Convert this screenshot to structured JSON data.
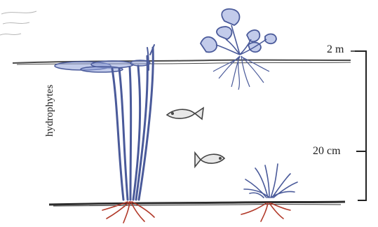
{
  "labels": {
    "top_depth": "2 m",
    "mid_depth": "20 cm",
    "vertical_caption": "hydrophytes"
  },
  "colors": {
    "plant_stroke": "#4a5a9a",
    "plant_fill": "#8fa1d8",
    "root_color": "#b23a2a",
    "soil_color": "#2d2d2d",
    "water_line": "#4a4a4a",
    "fish_color": "#444444",
    "scale_color": "#222222"
  },
  "icons": {
    "fish": "fish-icon",
    "floating_plant": "floating-plant-icon",
    "submerged_plant": "submerged-plant-icon",
    "emergent_plant": "emergent-plant-icon"
  }
}
